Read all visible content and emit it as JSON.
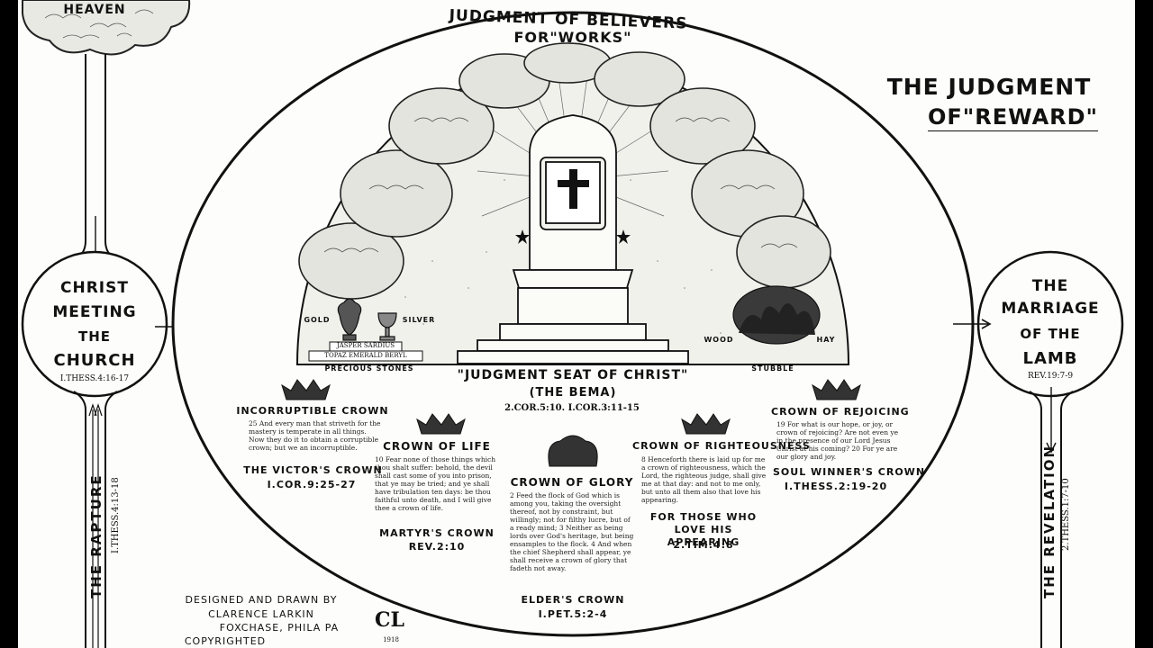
{
  "title_main": {
    "line1": "THE JUDGMENT",
    "line2": "OF\"REWARD\""
  },
  "heaven_label": "HEAVEN",
  "arc_title": {
    "line1": "JUDGMENT OF BELIEVERS",
    "line2": "FOR\"WORKS\""
  },
  "left_circle": {
    "line1": "CHRIST",
    "line2": "MEETING",
    "line3": "THE",
    "line4": "CHURCH",
    "ref": "I.THESS.4:16-17"
  },
  "right_circle": {
    "line1": "THE",
    "line2": "MARRIAGE",
    "line3": "OF THE",
    "line4": "LAMB",
    "ref": "REV.19:7-9"
  },
  "rapture": {
    "label": "THE RAPTURE",
    "ref": "I.THESS.4:13-18"
  },
  "revelation": {
    "label": "THE REVELATION",
    "ref": "2.THESS.1:7-10"
  },
  "materials": {
    "gold": "GOLD",
    "silver": "SILVER",
    "stones_row1": "JASPER SARDIUS",
    "stones_row2": "TOPAZ EMERALD BERYL",
    "precious_stones": "PRECIOUS STONES",
    "wood": "WOOD",
    "hay": "HAY",
    "stubble": "STUBBLE"
  },
  "judgment_seat": {
    "title": "\"JUDGMENT SEAT OF CHRIST\"",
    "subtitle": "(THE BEMA)",
    "refs": "2.COR.5:10. I.COR.3:11-15"
  },
  "crowns": [
    {
      "title": "INCORRUPTIBLE CROWN",
      "verse": "25 And every man that striveth for the mastery is temperate in all things. Now they do it to obtain a corruptible crown; but we an incorruptible.",
      "name": "THE VICTOR'S CROWN",
      "ref": "I.COR.9:25-27"
    },
    {
      "title": "CROWN OF LIFE",
      "verse": "10 Fear none of those things which thou shalt suffer: behold, the devil shall cast some of you into prison, that ye may be tried; and ye shall have tribulation ten days: be thou faithful unto death, and I will give thee a crown of life.",
      "name": "MARTYR'S CROWN",
      "ref": "REV.2:10"
    },
    {
      "title": "CROWN OF GLORY",
      "verse": "2 Feed the flock of God which is among you, taking the oversight thereof, not by constraint, but willingly; not for filthy lucre, but of a ready mind; 3 Neither as being lords over God's heritage, but being ensamples to the flock. 4 And when the chief Shepherd shall appear, ye shall receive a crown of glory that fadeth not away.",
      "name": "ELDER'S CROWN",
      "ref": "I.PET.5:2-4"
    },
    {
      "title": "CROWN OF RIGHTEOUSNESS",
      "verse": "8 Henceforth there is laid up for me a crown of righteousness, which the Lord, the righteous judge, shall give me at that day: and not to me only, but unto all them also that love his appearing.",
      "name": "FOR THOSE WHO LOVE HIS APPEARING",
      "ref": "2.TIM.4:8"
    },
    {
      "title": "CROWN OF REJOICING",
      "verse": "19 For what is our hope, or joy, or crown of rejoicing? Are not even ye in the presence of our Lord Jesus Christ at his coming? 20 For ye are our glory and joy.",
      "name": "SOUL WINNER'S CROWN",
      "ref": "I.THESS.2:19-20"
    }
  ],
  "credit": {
    "line1": "DESIGNED AND DRAWN BY",
    "line2": "CLARENCE LARKIN",
    "line3": "FOXCHASE, PHILA PA",
    "line4": "COPYRIGHTED",
    "monogram": "CL",
    "date": "1918"
  }
}
